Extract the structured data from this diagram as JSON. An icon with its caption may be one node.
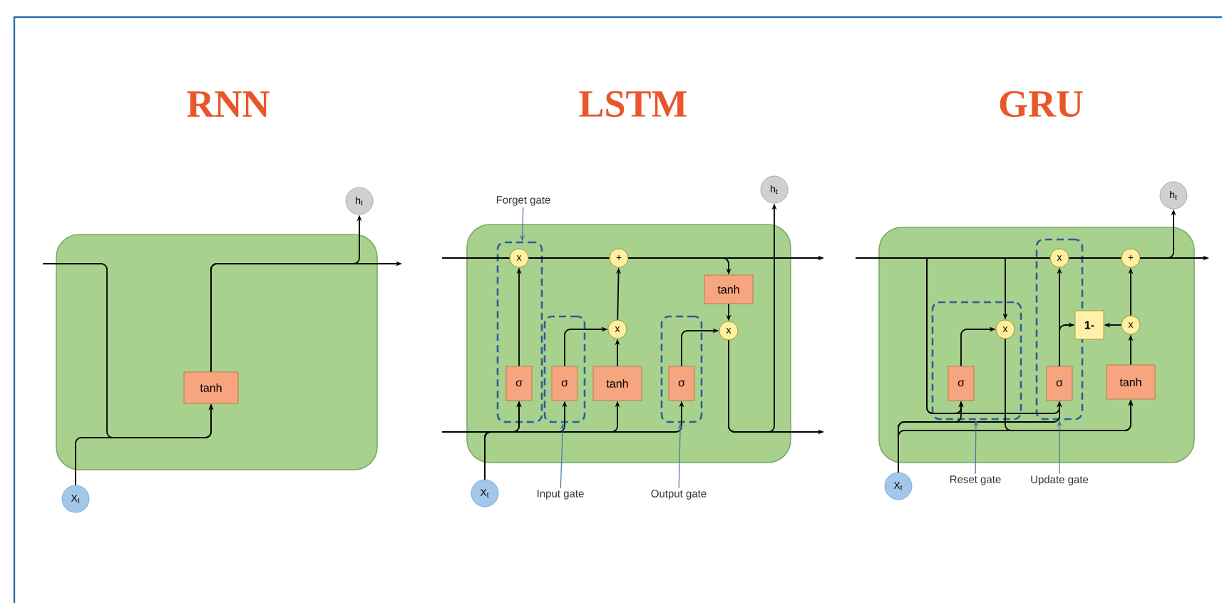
{
  "diagram": {
    "nodes": [
      {
        "text": [],
        "shape": "box"
      },
      {
        "text": [
          "tanh"
        ],
        "in": 0
      },
      {
        "text": [
          "h$_{t}$"
        ]
      },
      {
        "text": [
          "X$_{t}$"
        ]
      },
      {
        "text": [],
        "shape": "box"
      },
      {
        "text": [],
        "shape": "box",
        "in": 4
      },
      {
        "text": [],
        "shape": "box",
        "in": 4
      },
      {
        "text": [],
        "shape": "box",
        "in": 4
      },
      {
        "text": [
          "x"
        ],
        "in": 5
      },
      {
        "text": [
          "+"
        ],
        "in": 4
      },
      {
        "text": [
          "x"
        ],
        "in": 4
      },
      {
        "text": [
          "x"
        ],
        "in": 4
      },
      {
        "text": [
          "σ"
        ],
        "in": 5
      },
      {
        "text": [
          "σ"
        ],
        "in": 6
      },
      {
        "text": [
          "tanh"
        ],
        "in": 4
      },
      {
        "text": [
          "σ"
        ],
        "in": 7
      },
      {
        "text": [
          "tanh"
        ],
        "in": 4
      },
      {
        "text": [
          "h$_{t}$"
        ]
      },
      {
        "text": [
          "X$_{t}$"
        ]
      },
      {
        "text": [
          "Forget gate"
        ]
      },
      {
        "text": [
          "Input gate"
        ]
      },
      {
        "text": [
          "Output gate"
        ]
      },
      {
        "text": [],
        "shape": "box"
      },
      {
        "text": [],
        "shape": "box",
        "in": 22
      },
      {
        "text": [],
        "shape": "box",
        "in": 22
      },
      {
        "text": [
          "x"
        ],
        "in": 23
      },
      {
        "text": [
          "σ"
        ],
        "in": 23
      },
      {
        "text": [
          "x"
        ],
        "in": 24
      },
      {
        "text": [
          "σ"
        ],
        "in": 24
      },
      {
        "text": [
          "1-"
        ],
        "in": 22
      },
      {
        "text": [
          "tanh"
        ],
        "in": 22
      },
      {
        "text": [
          "x"
        ],
        "in": 22
      },
      {
        "text": [
          "+"
        ],
        "in": 22
      },
      {
        "text": [
          "h$_{t}$"
        ]
      },
      {
        "text": [
          "X$_{t}$"
        ]
      },
      {
        "text": [
          "Reset gate"
        ]
      },
      {
        "text": [
          "Update gate"
        ]
      }
    ],
    "edges": [
      {
        "from": null,
        "to": 1,
        "arrow": "to"
      },
      {
        "from": 3,
        "to": 1,
        "arrow": "to"
      },
      {
        "from": 1,
        "to": 2,
        "arrow": "to"
      },
      {
        "from": 1,
        "to": null,
        "arrow": "to"
      },
      {
        "from": null,
        "to": 8,
        "arrow": "none"
      },
      {
        "from": 8,
        "to": 9,
        "arrow": "none"
      },
      {
        "from": 9,
        "to": null,
        "arrow": "to"
      },
      {
        "from": 12,
        "to": 8,
        "arrow": "to"
      },
      {
        "from": 13,
        "to": 10,
        "arrow": "to"
      },
      {
        "from": 14,
        "to": 10,
        "arrow": "to"
      },
      {
        "from": 10,
        "to": 9,
        "arrow": "to"
      },
      {
        "from": 15,
        "to": 11,
        "arrow": "to"
      },
      {
        "from": 9,
        "to": 16,
        "arrow": "to"
      },
      {
        "from": 16,
        "to": 11,
        "arrow": "to"
      },
      {
        "from": 11,
        "to": 17,
        "arrow": "to"
      },
      {
        "from": 11,
        "to": null,
        "arrow": "to"
      },
      {
        "from": null,
        "to": 12,
        "arrow": "to"
      },
      {
        "from": 18,
        "to": 12,
        "arrow": "to"
      },
      {
        "from": 18,
        "to": 13,
        "arrow": "to"
      },
      {
        "from": 18,
        "to": 14,
        "arrow": "to"
      },
      {
        "from": 18,
        "to": 15,
        "arrow": "to"
      },
      {
        "from": 19,
        "to": 5,
        "arrow": "to",
        "color": "#4a74a8"
      },
      {
        "from": 20,
        "to": 6,
        "arrow": "to",
        "color": "#4a74a8"
      },
      {
        "from": 21,
        "to": 7,
        "arrow": "to",
        "color": "#4a74a8"
      },
      {
        "from": null,
        "to": 27,
        "arrow": "none"
      },
      {
        "from": 27,
        "to": 32,
        "arrow": "none"
      },
      {
        "from": 32,
        "to": null,
        "arrow": "to"
      },
      {
        "from": 32,
        "to": 33,
        "arrow": "to"
      },
      {
        "from": 26,
        "to": 25,
        "arrow": "to"
      },
      {
        "from": null,
        "to": 25,
        "arrow": "to"
      },
      {
        "from": 25,
        "to": 30,
        "arrow": "to"
      },
      {
        "from": 34,
        "to": 26,
        "arrow": "to"
      },
      {
        "from": 34,
        "to": 28,
        "arrow": "to"
      },
      {
        "from": 34,
        "to": 30,
        "arrow": "to"
      },
      {
        "from": null,
        "to": 26,
        "arrow": "to"
      },
      {
        "from": null,
        "to": 28,
        "arrow": "to"
      },
      {
        "from": 28,
        "to": 27,
        "arrow": "to"
      },
      {
        "from": 28,
        "to": 29,
        "arrow": "to"
      },
      {
        "from": 31,
        "to": 29,
        "arrow": "to"
      },
      {
        "from": 30,
        "to": 31,
        "arrow": "to"
      },
      {
        "from": 31,
        "to": 32,
        "arrow": "to"
      },
      {
        "from": 35,
        "to": 23,
        "arrow": "to",
        "color": "#4a74a8"
      },
      {
        "from": 36,
        "to": 24,
        "arrow": "to",
        "color": "#4a74a8"
      }
    ],
    "labels": [
      "RNN",
      "LSTM",
      "GRU"
    ]
  }
}
